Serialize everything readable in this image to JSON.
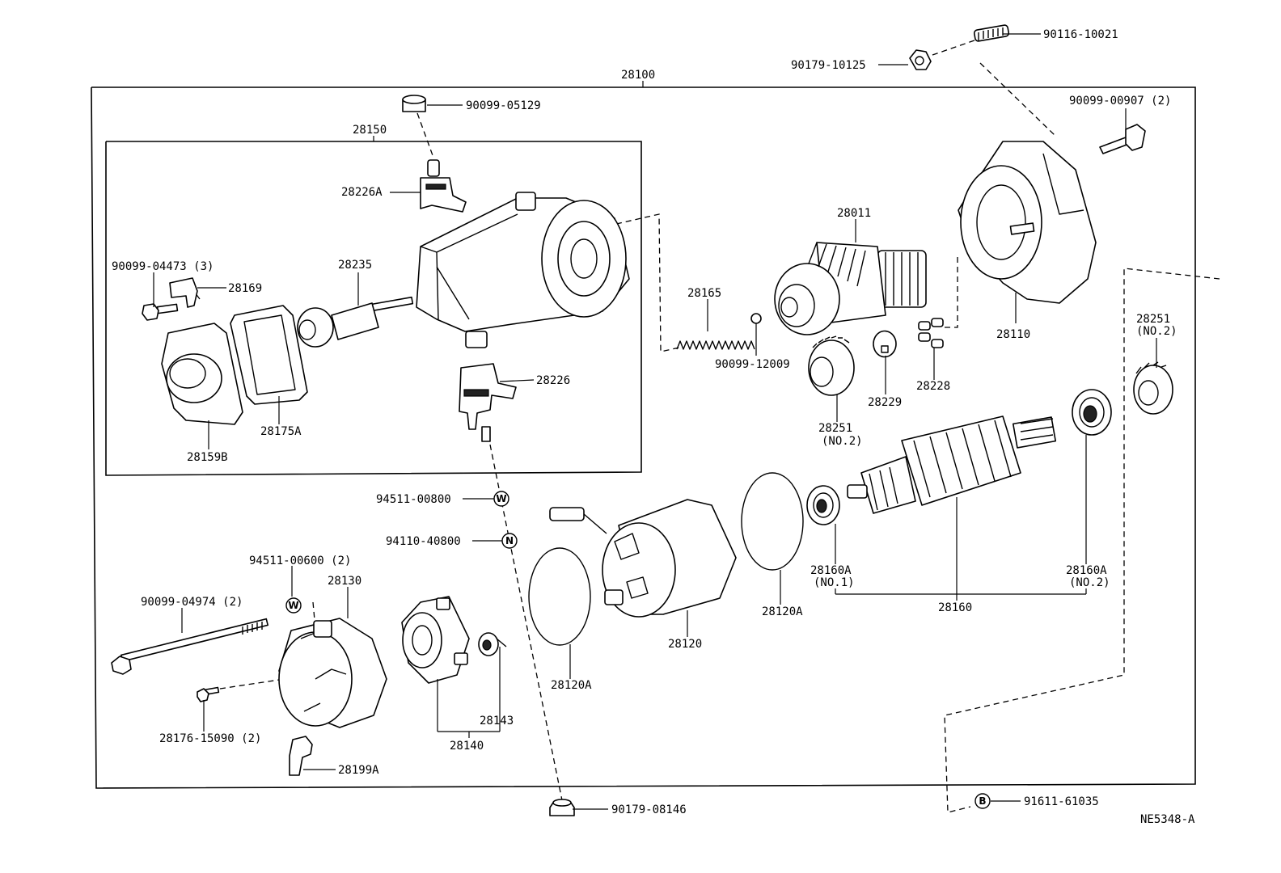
{
  "diagram_code": "NE5348-A",
  "assemblies": {
    "starter": "28100",
    "magnet_switch": "28150",
    "armature": "28160",
    "brush_holder": "28140"
  },
  "parts": {
    "p90116_10021": "90116-10021",
    "p90179_10125": "90179-10125",
    "p90099_05129": "90099-05129",
    "p90099_00907": "90099-00907 (2)",
    "p28226A": "28226A",
    "p28011": "28011",
    "p90099_04473": "90099-04473 (3)",
    "p28235": "28235",
    "p28169": "28169",
    "p28165": "28165",
    "p28251_top": "28251",
    "p28251_top_no": "(NO.2)",
    "p90099_12009": "90099-12009",
    "p28110": "28110",
    "p28228": "28228",
    "p28229": "28229",
    "p28226": "28226",
    "p28175A": "28175A",
    "p28251_mid": "28251",
    "p28251_mid_no": "(NO.2)",
    "p28159B": "28159B",
    "p94511_00800": "94511-00800",
    "p94110_40800": "94110-40800",
    "p94511_00600": "94511-00600 (2)",
    "p28130": "28130",
    "p28160A_1": "28160A",
    "p28160A_1_no": "(NO.1)",
    "p28160A_2": "28160A",
    "p28160A_2_no": "(NO.2)",
    "p90099_04974": "90099-04974 (2)",
    "p28120A_right": "28120A",
    "p28120": "28120",
    "p28120A_left": "28120A",
    "p28143": "28143",
    "p28176_15090": "28176-15090 (2)",
    "p28199A": "28199A",
    "p90179_08146": "90179-08146",
    "p91611_61035": "91611-61035"
  },
  "circle_markers": {
    "washer_1": "W",
    "nut": "N",
    "washer_2": "W",
    "bolt": "B"
  }
}
